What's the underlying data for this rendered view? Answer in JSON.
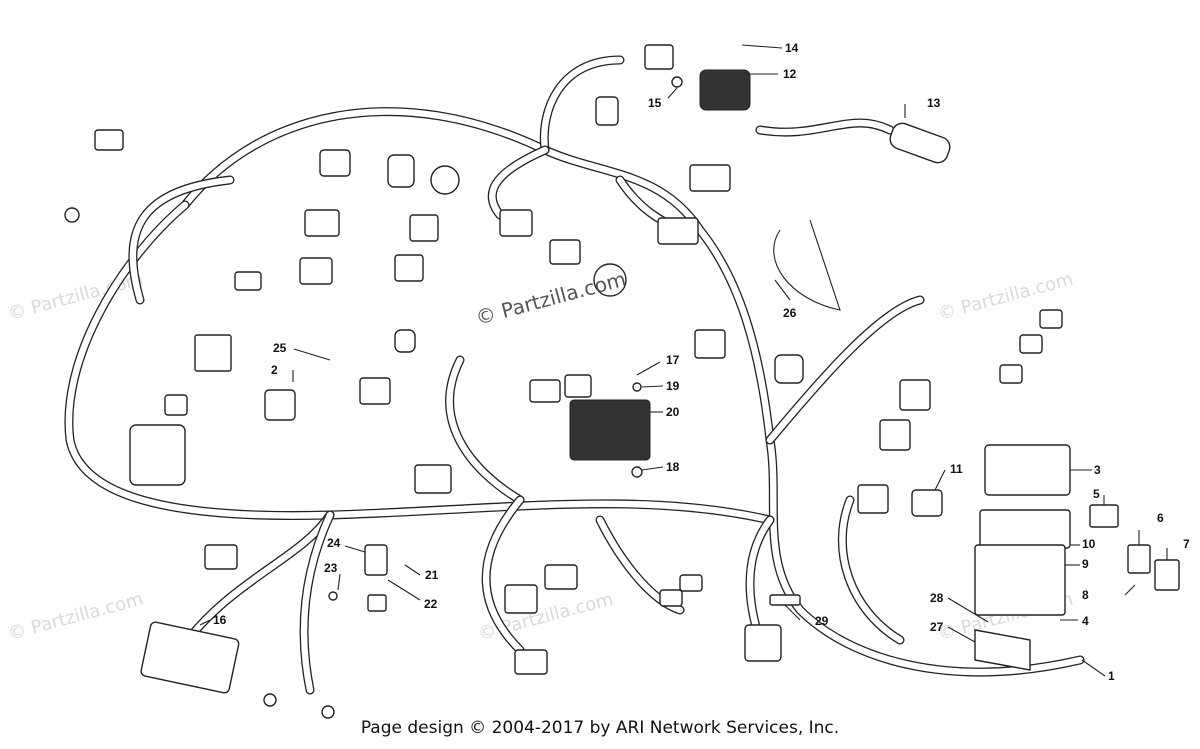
{
  "footer": "Page design © 2004-2017 by ARI Network Services, Inc.",
  "watermark_main": "© Partzilla.com",
  "watermark_faint": "© Partzilla.com",
  "callouts": [
    {
      "id": "c1",
      "label": "1"
    },
    {
      "id": "c2",
      "label": "2"
    },
    {
      "id": "c3",
      "label": "3"
    },
    {
      "id": "c4",
      "label": "4"
    },
    {
      "id": "c5",
      "label": "5"
    },
    {
      "id": "c6",
      "label": "6"
    },
    {
      "id": "c7",
      "label": "7"
    },
    {
      "id": "c8",
      "label": "8"
    },
    {
      "id": "c9",
      "label": "9"
    },
    {
      "id": "c10",
      "label": "10"
    },
    {
      "id": "c11",
      "label": "11"
    },
    {
      "id": "c12",
      "label": "12"
    },
    {
      "id": "c13",
      "label": "13"
    },
    {
      "id": "c14",
      "label": "14"
    },
    {
      "id": "c15",
      "label": "15"
    },
    {
      "id": "c16",
      "label": "16"
    },
    {
      "id": "c17",
      "label": "17"
    },
    {
      "id": "c18",
      "label": "18"
    },
    {
      "id": "c19",
      "label": "19"
    },
    {
      "id": "c20",
      "label": "20"
    },
    {
      "id": "c21",
      "label": "21"
    },
    {
      "id": "c22",
      "label": "22"
    },
    {
      "id": "c23",
      "label": "23"
    },
    {
      "id": "c24",
      "label": "24"
    },
    {
      "id": "c25",
      "label": "25"
    },
    {
      "id": "c26",
      "label": "26"
    },
    {
      "id": "c27",
      "label": "27"
    },
    {
      "id": "c28",
      "label": "28"
    },
    {
      "id": "c29",
      "label": "29"
    }
  ]
}
